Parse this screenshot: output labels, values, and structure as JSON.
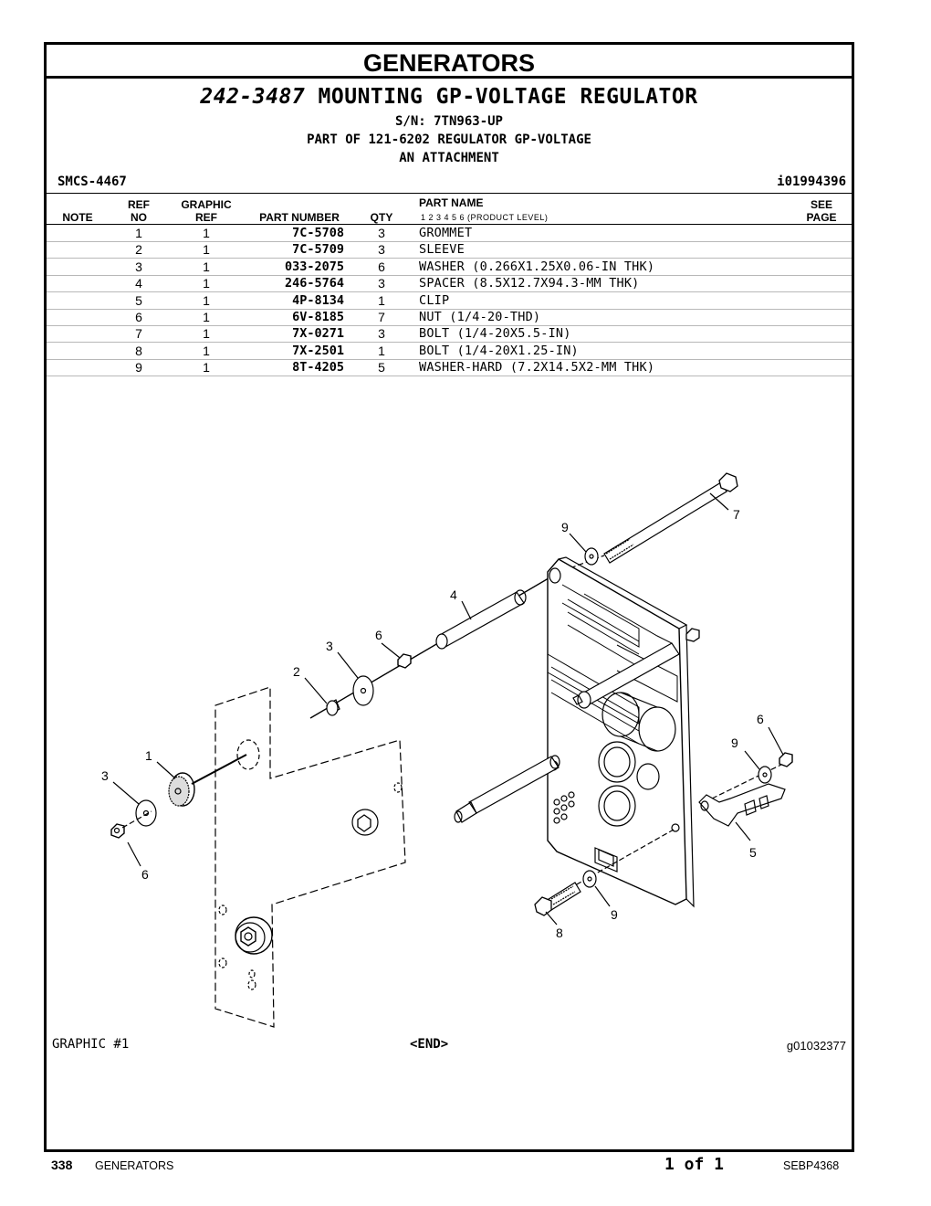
{
  "header": {
    "section": "GENERATORS",
    "group_part_number": "242-3487",
    "group_title": "MOUNTING GP-VOLTAGE REGULATOR",
    "serial": "S/N: 7TN963-UP",
    "part_of": "PART OF 121-6202 REGULATOR GP-VOLTAGE",
    "attachment": "AN ATTACHMENT",
    "smcs": "SMCS-4467",
    "illustration_id": "i01994396"
  },
  "table": {
    "headers": {
      "note": "NOTE",
      "ref_top": "REF",
      "ref_bottom": "NO",
      "graphic_top": "GRAPHIC",
      "graphic_bottom": "REF",
      "part_number": "PART NUMBER",
      "qty": "QTY",
      "part_name": "PART NAME",
      "product_level": "1   2   3   4   5   6   (PRODUCT LEVEL)",
      "see_top": "SEE",
      "see_bottom": "PAGE"
    },
    "rows": [
      {
        "ref": "1",
        "graphic": "1",
        "part_number": "7C-5708",
        "qty": "3",
        "name": "GROMMET"
      },
      {
        "ref": "2",
        "graphic": "1",
        "part_number": "7C-5709",
        "qty": "3",
        "name": "SLEEVE"
      },
      {
        "ref": "3",
        "graphic": "1",
        "part_number": "033-2075",
        "qty": "6",
        "name": "WASHER (0.266X1.25X0.06-IN THK)"
      },
      {
        "ref": "4",
        "graphic": "1",
        "part_number": "246-5764",
        "qty": "3",
        "name": "SPACER (8.5X12.7X94.3-MM THK)"
      },
      {
        "ref": "5",
        "graphic": "1",
        "part_number": "4P-8134",
        "qty": "1",
        "name": "CLIP"
      },
      {
        "ref": "6",
        "graphic": "1",
        "part_number": "6V-8185",
        "qty": "7",
        "name": "NUT (1/4-20-THD)"
      },
      {
        "ref": "7",
        "graphic": "1",
        "part_number": "7X-0271",
        "qty": "3",
        "name": "BOLT (1/4-20X5.5-IN)"
      },
      {
        "ref": "8",
        "graphic": "1",
        "part_number": "7X-2501",
        "qty": "1",
        "name": "BOLT (1/4-20X1.25-IN)"
      },
      {
        "ref": "9",
        "graphic": "1",
        "part_number": "8T-4205",
        "qty": "5",
        "name": "WASHER-HARD (7.2X14.5X2-MM THK)"
      }
    ]
  },
  "graphic": {
    "label": "GRAPHIC #1",
    "end_marker": "<END>",
    "graphic_id": "g01032377",
    "callouts": [
      "7",
      "9",
      "4",
      "6",
      "3",
      "2",
      "1",
      "3",
      "6",
      "6",
      "9",
      "5",
      "9",
      "8"
    ]
  },
  "footer": {
    "page_number": "338",
    "section": "GENERATORS",
    "page_of": "1 of 1",
    "document": "SEBP4368"
  }
}
